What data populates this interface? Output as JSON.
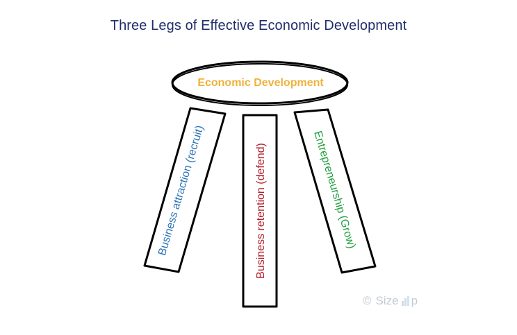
{
  "title": "Three Legs of Effective Economic Development",
  "seat_label": "Economic Development",
  "legs": [
    {
      "label": "Business attraction (recruit)",
      "color": "#2d74b5"
    },
    {
      "label": "Business retention  (defend)",
      "color": "#b11d2a"
    },
    {
      "label": "Entrepreneurship (Grow)",
      "color": "#23a03f"
    }
  ],
  "seat_label_color": "#f0b23a",
  "title_color": "#1f2d6b",
  "watermark": {
    "copyright": "©",
    "brand_prefix": "Size",
    "brand_suffix": "p",
    "icon": "bar-chart-icon"
  }
}
